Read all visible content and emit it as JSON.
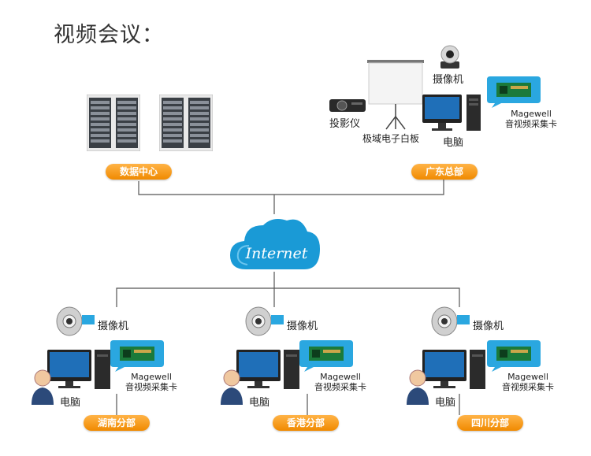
{
  "title": "视频会议：",
  "cloud_label": "Internet",
  "hq": {
    "data_center": "数据中心",
    "guangdong": "广东总部",
    "camera": "摄像机",
    "projector": "投影仪",
    "whiteboard": "极域电子白板",
    "computer": "电脑",
    "card_brand": "Magewell",
    "card_name": "音视频采集卡"
  },
  "branches": [
    {
      "name": "湖南分部",
      "camera": "摄像机",
      "computer": "电脑",
      "card_brand": "Magewell",
      "card_name": "音视频采集卡"
    },
    {
      "name": "香港分部",
      "camera": "摄像机",
      "computer": "电脑",
      "card_brand": "Magewell",
      "card_name": "音视频采集卡"
    },
    {
      "name": "四川分部",
      "camera": "摄像机",
      "computer": "电脑",
      "card_brand": "Magewell",
      "card_name": "音视频采集卡"
    }
  ],
  "colors": {
    "badge": "#f08a00",
    "cloud": "#1a9ad6",
    "bubble": "#2aa7e0",
    "line": "#555555"
  }
}
